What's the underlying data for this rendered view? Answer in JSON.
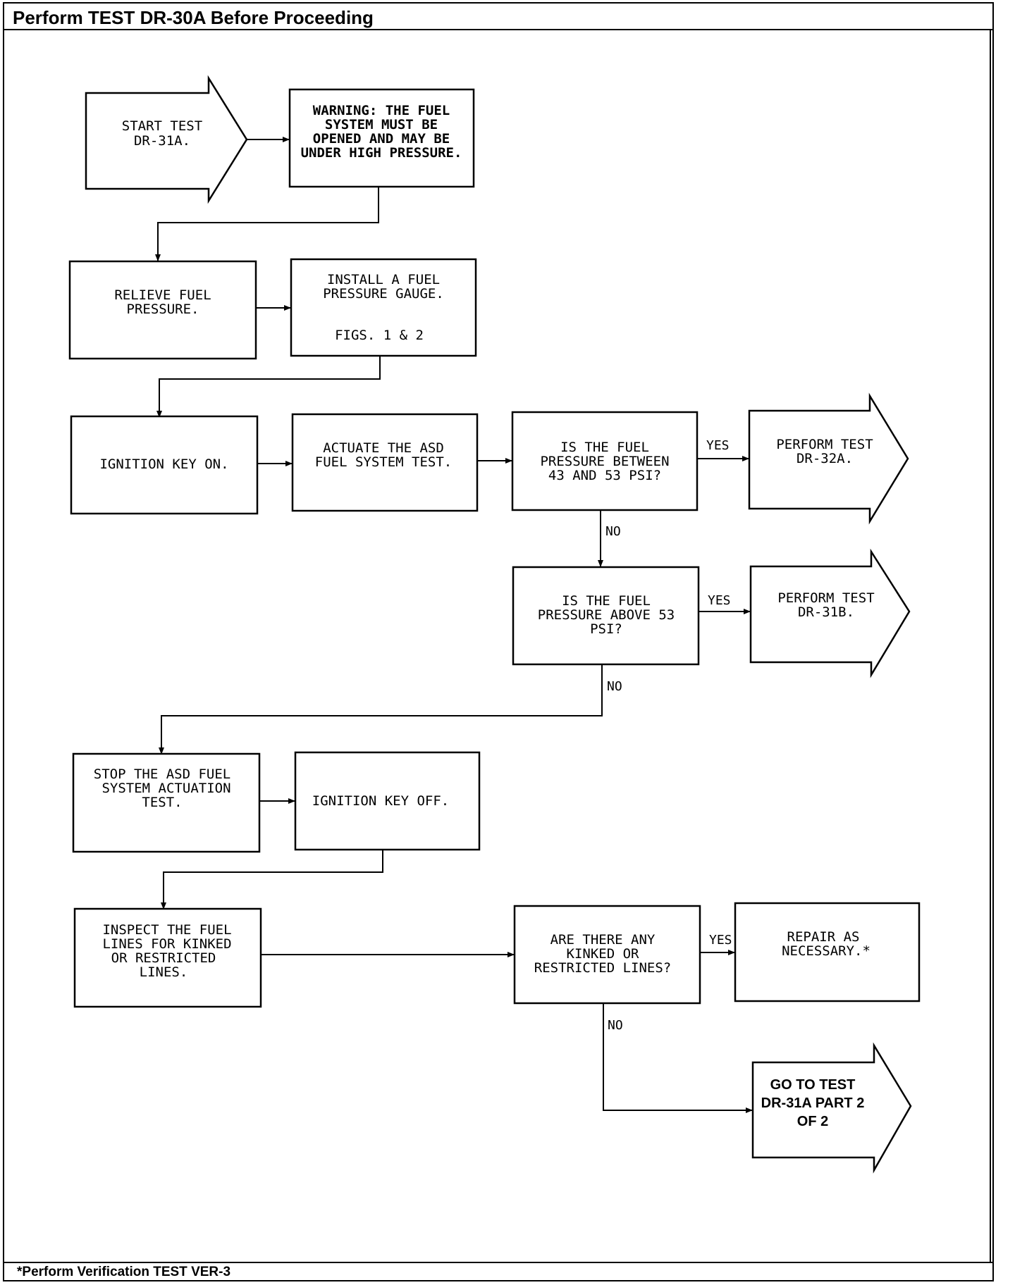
{
  "header": {
    "title": "Perform TEST DR-30A Before Proceeding"
  },
  "footer": {
    "note": "*Perform Verification TEST VER-3"
  },
  "nodes": {
    "start": {
      "lines": [
        "START TEST",
        "DR-31A."
      ]
    },
    "warning": {
      "lines": [
        "WARNING: THE FUEL",
        "SYSTEM MUST BE",
        "OPENED AND MAY BE",
        "UNDER HIGH PRESSURE."
      ]
    },
    "relieve": {
      "lines": [
        "RELIEVE FUEL",
        "PRESSURE."
      ]
    },
    "install": {
      "lines": [
        "INSTALL A FUEL",
        "PRESSURE GAUGE."
      ],
      "ref": "FIGS. 1 & 2"
    },
    "key_on": {
      "lines": [
        "IGNITION KEY ON."
      ]
    },
    "actuate": {
      "lines": [
        "ACTUATE THE ASD",
        "FUEL SYSTEM TEST."
      ]
    },
    "q_between": {
      "lines": [
        "IS THE FUEL",
        "PRESSURE BETWEEN",
        "43 AND 53 PSI?"
      ]
    },
    "dr32a": {
      "lines": [
        "PERFORM TEST",
        "DR-32A."
      ]
    },
    "q_above": {
      "lines": [
        "IS THE FUEL",
        "PRESSURE ABOVE 53",
        "PSI?"
      ]
    },
    "dr31b": {
      "lines": [
        "PERFORM TEST",
        "DR-31B."
      ]
    },
    "stop": {
      "lines": [
        "STOP THE ASD FUEL",
        "SYSTEM ACTUATION",
        "TEST."
      ]
    },
    "key_off": {
      "lines": [
        "IGNITION KEY OFF."
      ]
    },
    "inspect": {
      "lines": [
        "INSPECT THE FUEL",
        "LINES FOR KINKED",
        "OR RESTRICTED",
        "LINES."
      ]
    },
    "q_kinked": {
      "lines": [
        "ARE THERE ANY",
        "KINKED OR",
        "RESTRICTED LINES?"
      ]
    },
    "repair": {
      "lines": [
        "REPAIR AS",
        "NECESSARY.*"
      ]
    },
    "part2": {
      "lines": [
        "GO TO TEST",
        "DR-31A PART 2",
        "OF 2"
      ]
    }
  },
  "branches": {
    "yes": "YES",
    "no": "NO"
  }
}
